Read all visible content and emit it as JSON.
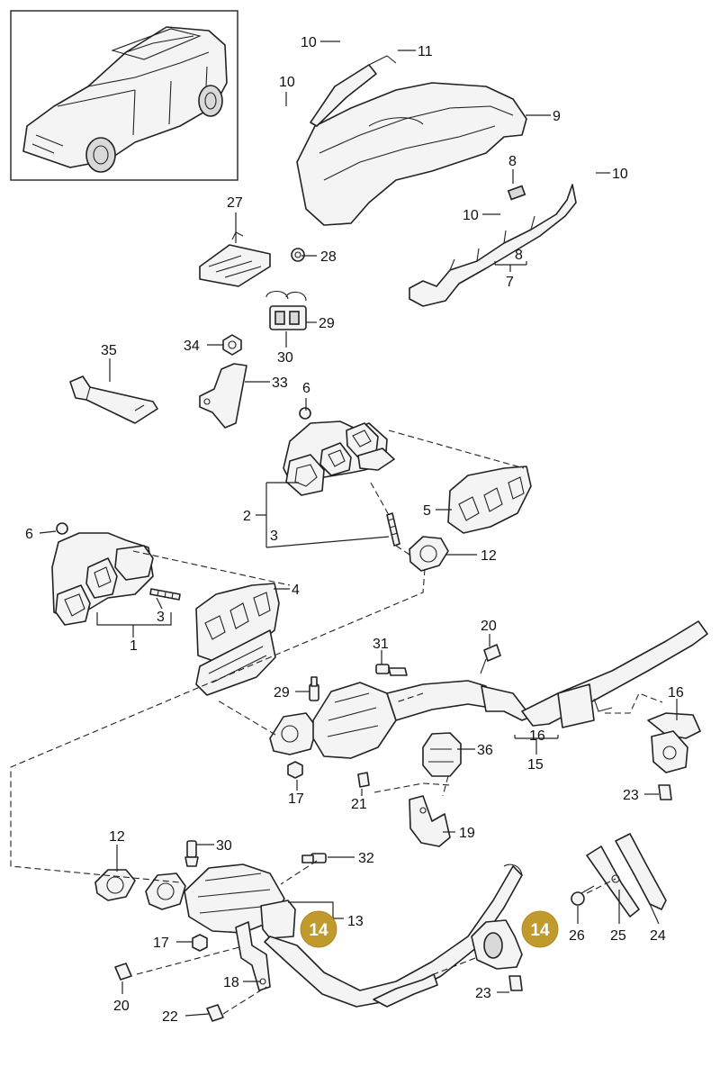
{
  "callouts": {
    "c10a": "10",
    "c11": "11",
    "c10b": "10",
    "c9": "9",
    "c8a": "8",
    "c10c": "10",
    "c10d": "10",
    "c8b": "8",
    "c7": "7",
    "c27": "27",
    "c28": "28",
    "c29a": "29",
    "c30a": "30",
    "c34": "34",
    "c35": "35",
    "c33": "33",
    "c6a": "6",
    "c5": "5",
    "c2": "2",
    "c3a": "3",
    "c12a": "12",
    "c6b": "6",
    "c4": "4",
    "c3b": "3",
    "c1": "1",
    "c20a": "20",
    "c31": "31",
    "c29b": "29",
    "c16a": "16",
    "c16b": "16",
    "c15": "15",
    "c36": "36",
    "c17a": "17",
    "c21": "21",
    "c23a": "23",
    "c19": "19",
    "c12b": "12",
    "c30b": "30",
    "c32": "32",
    "c13": "13",
    "c17b": "17",
    "c18": "18",
    "c20b": "20",
    "c22": "22",
    "c23b": "23",
    "c26": "26",
    "c25": "25",
    "c24": "24"
  },
  "highlight_badges": {
    "b1": "14",
    "b2": "14"
  },
  "colors": {
    "highlight": "#c19a2e",
    "line": "#222222"
  }
}
